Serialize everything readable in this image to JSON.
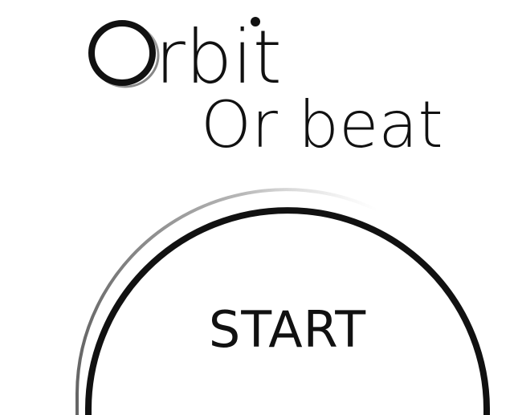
{
  "title": {
    "main": "Orbit",
    "main_lead_letter": "O",
    "main_rest": "rbit",
    "subtitle": "Or beat"
  },
  "start_button": {
    "label": "START"
  },
  "colors": {
    "background": "#ffffff",
    "ink": "#111111",
    "shadow_gray": "#9a9a9a"
  }
}
